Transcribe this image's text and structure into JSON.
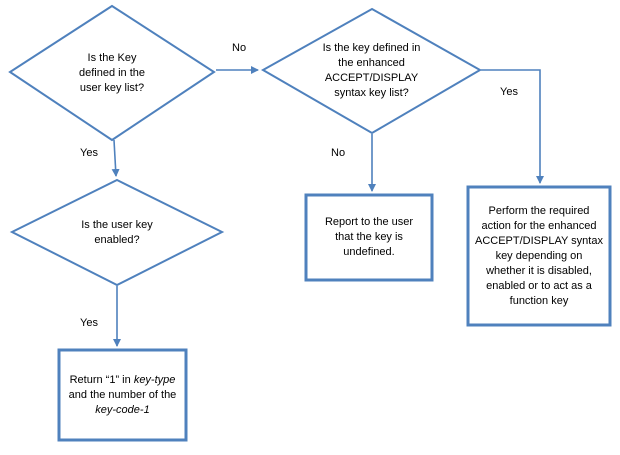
{
  "diagram": {
    "title": "key handling decision flowchart",
    "accent_color": "#4f81bd",
    "background_color": "#ffffff",
    "nodes": {
      "decision_user_key_defined": {
        "text": "Is the Key\ndefined in the\nuser key list?"
      },
      "decision_enhanced_defined": {
        "text": "Is the key defined in\nthe enhanced\nACCEPT/DISPLAY\nsyntax key list?"
      },
      "decision_user_key_enabled": {
        "text": "Is the user key\nenabled?"
      },
      "process_report_undefined": {
        "text": "Report to the user\nthat the key is\nundefined."
      },
      "process_perform_action": {
        "text": "Perform the required\naction for the enhanced\nACCEPT/DISPLAY syntax\nkey depending on\nwhether it is disabled,\nenabled or to act as a\nfunction key"
      },
      "process_return_keytype": {
        "segments": [
          {
            "text": "Return “1” in ",
            "italic": false
          },
          {
            "text": "key-type",
            "italic": true
          },
          {
            "text": " and the number of the ",
            "italic": false
          },
          {
            "text": "key-code-1",
            "italic": true
          }
        ]
      }
    },
    "edge_labels": {
      "no_top": "No",
      "yes_left": "Yes",
      "no_middle": "No",
      "yes_right": "Yes",
      "yes_bottom": "Yes"
    }
  }
}
